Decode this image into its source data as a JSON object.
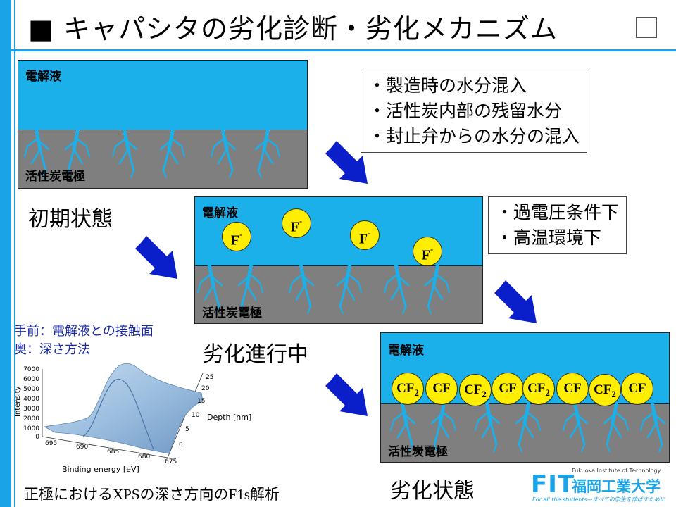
{
  "title": "■ キャパシタの劣化診断・劣化メカニズム",
  "panels": {
    "initial": {
      "electrolyte_label": "電解液",
      "carbon_label": "活性炭電極",
      "stage_label": "初期状態"
    },
    "progress": {
      "electrolyte_label": "電解液",
      "carbon_label": "活性炭電極",
      "stage_label": "劣化進行中",
      "ions": [
        {
          "base": "F",
          "sup": "-"
        },
        {
          "base": "F",
          "sup": "-"
        },
        {
          "base": "F",
          "sup": "-"
        },
        {
          "base": "F",
          "sup": "-"
        }
      ]
    },
    "degraded": {
      "electrolyte_label": "電解液",
      "carbon_label": "活性炭電極",
      "stage_label": "劣化状態",
      "films": [
        {
          "base": "CF",
          "sub": "2"
        },
        {
          "base": "CF",
          "sub": ""
        },
        {
          "base": "CF",
          "sub": "2"
        },
        {
          "base": "CF",
          "sub": ""
        },
        {
          "base": "CF",
          "sub": "2"
        },
        {
          "base": "CF",
          "sub": ""
        },
        {
          "base": "CF",
          "sub": "2"
        },
        {
          "base": "CF",
          "sub": ""
        }
      ]
    }
  },
  "notes": {
    "moisture": [
      "・製造時の水分混入",
      "・活性炭内部の残留水分",
      "・封止弁からの水分の混入"
    ],
    "conditions": [
      "・過電圧条件下",
      "・高温環境下"
    ]
  },
  "xps": {
    "caption_lines": [
      "手前：電解液との接触面",
      "奥：深さ方法"
    ],
    "y_label": "Intensity",
    "y_ticks": [
      "7000",
      "6000",
      "5000",
      "4000",
      "3000",
      "2000",
      "1000",
      "0"
    ],
    "x_label": "Binding energy [eV]",
    "x_ticks": [
      "695",
      "690",
      "685",
      "680",
      "675"
    ],
    "depth_label": "Depth [nm]",
    "depth_ticks": [
      "25",
      "20",
      "15",
      "10",
      "5",
      "0"
    ],
    "bottom_caption": "正極におけるXPSの深さ方向のF1s解析"
  },
  "logo": {
    "mark": "FIT",
    "english": "Fukuoka Institute of Technology",
    "japanese": "福岡工業大学",
    "tagline": "For all the students—すべての学生を伸ばすために"
  },
  "colors": {
    "accent": "#1aa3e6",
    "electrolyte": "#1bb0ea",
    "carbon": "#7f7f7f",
    "ion": "#ffee00",
    "arrow": "#0a1fc9"
  }
}
